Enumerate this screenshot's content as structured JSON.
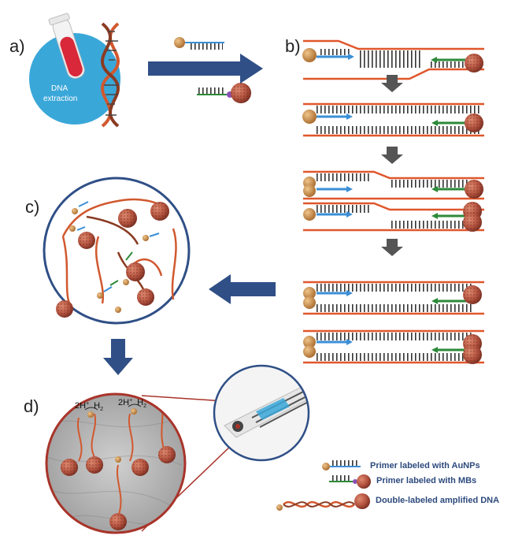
{
  "panels": {
    "a": "a)",
    "b": "b)",
    "c": "c)",
    "d": "d)"
  },
  "extraction_label_line1": "DNA",
  "extraction_label_line2": "extraction",
  "reaction_labels": [
    {
      "pre": "2H",
      "sup": "+",
      "h": "H",
      "sub": "2"
    },
    {
      "pre": "2H",
      "sup": "+",
      "h": "H",
      "sub": "2"
    }
  ],
  "legend": {
    "item1": "Primer labeled with AuNPs",
    "item2": "Primer labeled with MBs",
    "item3": "Double-labeled amplified DNA"
  },
  "colors": {
    "strand": "#e0572b",
    "blue_primer": "#3b8fd6",
    "green_primer": "#2d8a3a",
    "gold_np": "#c98a4a",
    "magnetic_bead": "#b3533f",
    "arrow": "#2f4f86",
    "circle_fill": "#3aa7d9"
  }
}
